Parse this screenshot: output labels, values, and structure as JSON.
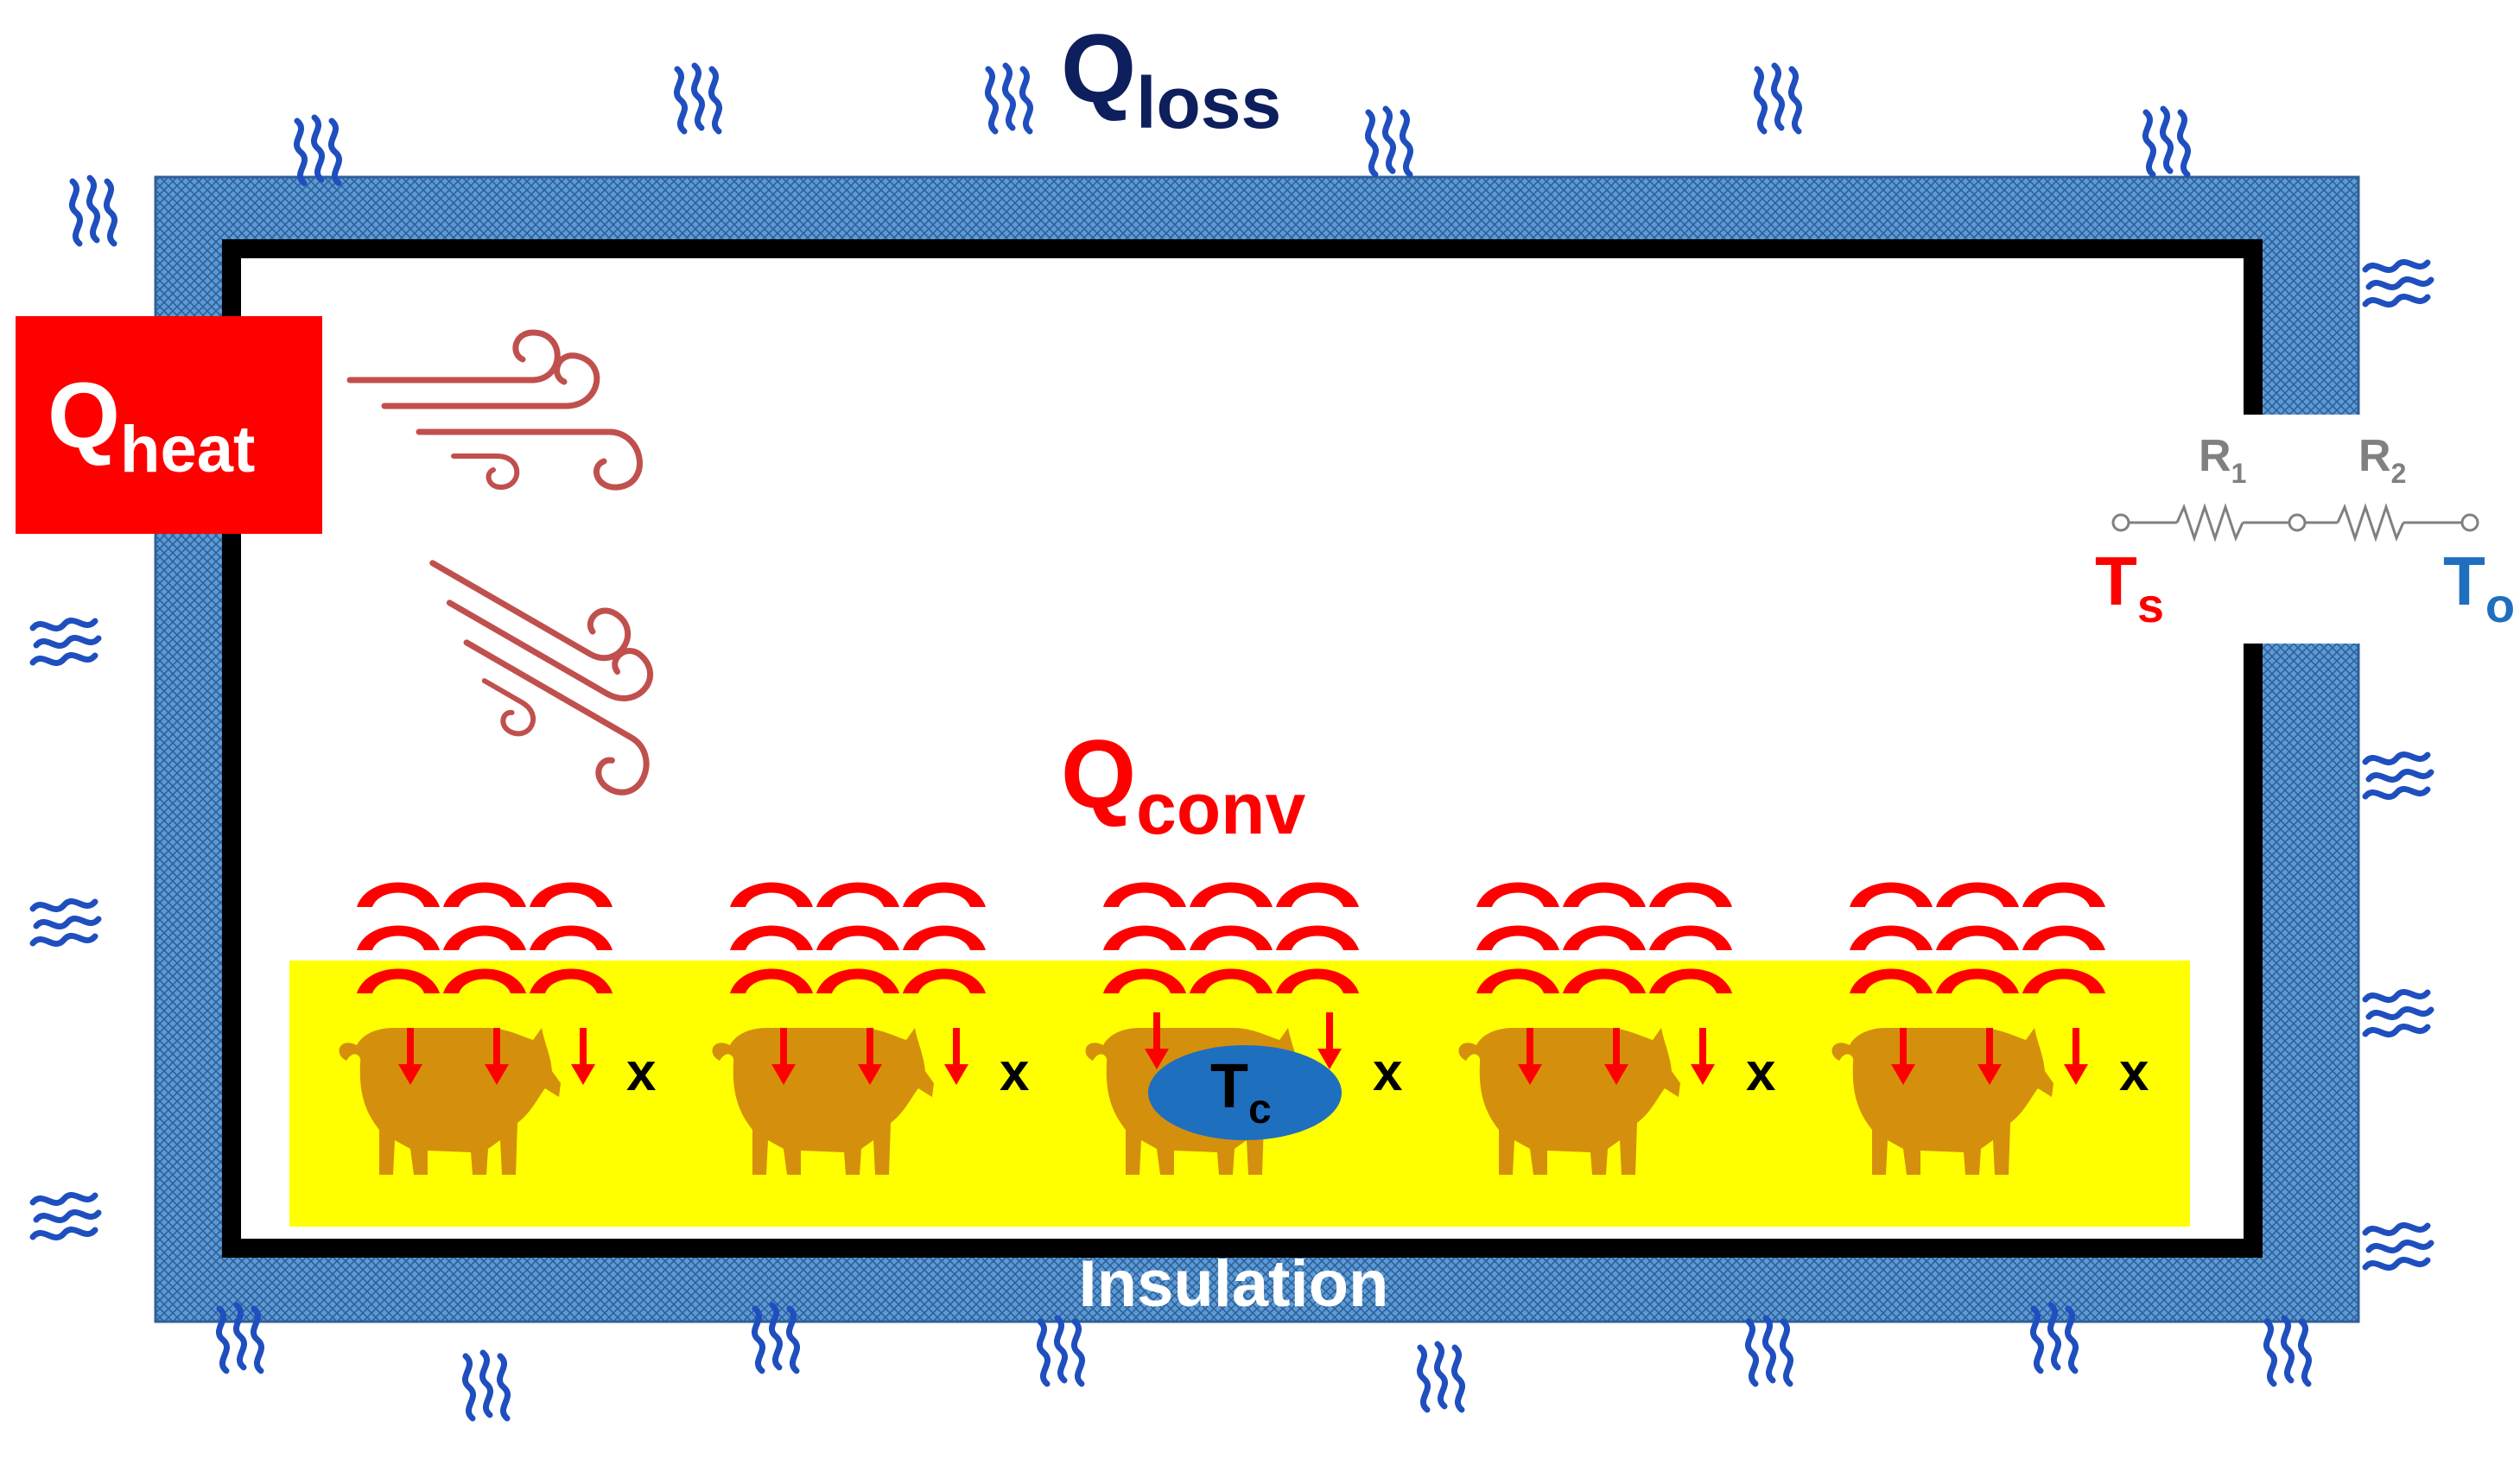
{
  "labels": {
    "q_loss": {
      "main": "Q",
      "sub": "loss"
    },
    "q_heat": {
      "main": "Q",
      "sub": "heat"
    },
    "q_conv": {
      "main": "Q",
      "sub": "conv"
    },
    "core_temp": {
      "main": "T",
      "sub": "c"
    },
    "surface_temp": {
      "main": "T",
      "sub": "s"
    },
    "outside_temp": {
      "main": "T",
      "sub": "o"
    },
    "insulation": "Insulation",
    "resistor_1": {
      "main": "R",
      "sub": "1"
    },
    "resistor_2": {
      "main": "R",
      "sub": "2"
    }
  },
  "animals": [
    {
      "name": "pig-1",
      "marker": "x",
      "has_core_temp": false
    },
    {
      "name": "pig-2",
      "marker": "x",
      "has_core_temp": false
    },
    {
      "name": "pig-3",
      "marker": "x",
      "has_core_temp": true
    },
    {
      "name": "pig-4",
      "marker": "x",
      "has_core_temp": false
    },
    {
      "name": "pig-5",
      "marker": "x",
      "has_core_temp": false
    }
  ],
  "icons": {
    "wind": "wind-gust-icon",
    "heat_loss_wave": "heat-wave-icon",
    "heat_arc": "heat-arc-icon",
    "heat_arrow": "down-arrow-icon",
    "animal": "pig-icon",
    "resistor": "resistor-icon"
  },
  "colors": {
    "insulation": "#5b9bd5",
    "insulation_hatch": "#2f5f9a",
    "wall": "#000000",
    "heater": "#ff0000",
    "heater_text": "#ffffff",
    "q_loss_text": "#0d1f5c",
    "q_conv_text": "#ff0000",
    "wave": "#1f4fbf",
    "wind": "#c0504d",
    "heat_arc": "#ff0000",
    "bedding": "#ffff00",
    "pig": "#d4900c",
    "core_oval": "#1f6fbf",
    "marker": "#000000",
    "surface_temp_text": "#ff0000",
    "outside_temp_text": "#1f6fbf",
    "resistor": "#808080"
  }
}
